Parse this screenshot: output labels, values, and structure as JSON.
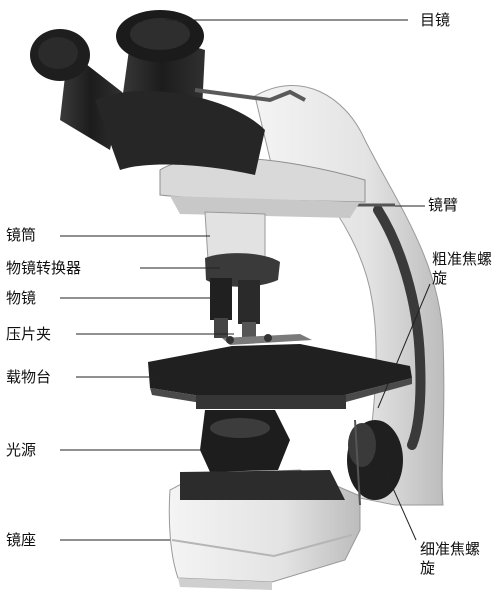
{
  "labels": {
    "eyepiece": "目镜",
    "arm": "镜臂",
    "tube": "镜筒",
    "nosepiece": "物镜转换器",
    "objective": "物镜",
    "clip": "压片夹",
    "stage": "载物台",
    "light_source": "光源",
    "base": "镜座",
    "coarse_focus": "粗准焦螺旋",
    "fine_focus": "细准焦螺旋"
  },
  "colors": {
    "body": "#e9e9e9",
    "dark": "#232323",
    "mid": "#4a4a4a",
    "line": "#222222",
    "text": "#111111"
  }
}
